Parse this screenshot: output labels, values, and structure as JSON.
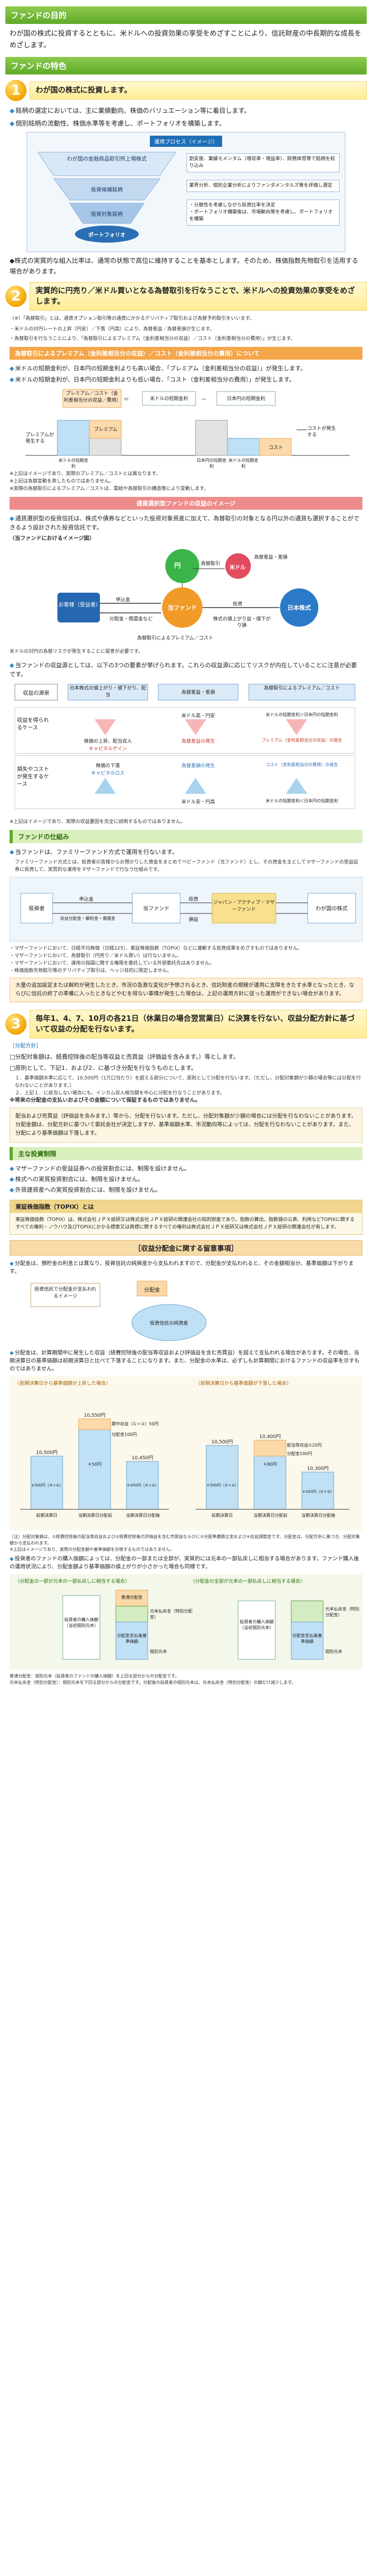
{
  "s1": {
    "header": "ファンドの目的",
    "text": "わが国の株式に投資するとともに、米ドルへの投資効果の享受をめざすことにより、信託財産の中長期的な成長をめざします。"
  },
  "s2": {
    "header": "ファンドの特色"
  },
  "p1": {
    "num": "1",
    "title": "わが国の株式に投資します。",
    "b1": "銘柄の選定においては、主に業績動向、株価のバリュエーション等に着目します。",
    "b2": "個別銘柄の流動性、株価水準等を考慮し、ポートフォリオを構築します。",
    "diagram": {
      "title": "運用プロセス（イメージ）",
      "f1": "わが国の金融商品取引所上場株式",
      "f2": "投資候補銘柄",
      "f3": "投資対象銘柄",
      "f4": "ポートフォリオ",
      "n1": "割安度、業績モメンタム（増収率・増益率）、財務体質等で銘柄を絞り込み",
      "n2": "業界分析、個別企業分析によりファンダメンタルズ等を評価し選定",
      "n3": "・分散性を考慮しながら投資比率を決定\n・ポートフォリオ構築後は、市場動向等を考慮し、ポートフォリオを構築"
    },
    "after": "◆株式の実質的な組入比率は、通常の状態で高位に維持することを基本とします。そのため、株価指数先物取引を活用する場合があります。"
  },
  "p2": {
    "num": "2",
    "title": "実質的に円売り／米ドル買いとなる為替取引を行なうことで、米ドルへの投資効果の享受をめざします。",
    "n1": "（※）「為替取引」とは、通貨オプション取引等の通貨にかかるデリバティブ取引および為替予約取引をいいます。",
    "n2": "・米ドルの対円レートの上昇（円安）／下落（円高）により、為替差益／為替差損が生じます。",
    "n3": "・為替取引を行なうことにより、「為替取引によるプレミアム（金利差相当分の収益）／コスト（金利差相当分の費用）」が生じます。",
    "bar": "為替取引によるプレミアム（金利差相当分の収益）／コスト（金利差相当分の費用）について",
    "b1": "米ドルの短期金利が、日本円の短期金利よりも高い場合、「プレミアム（金利差相当分の収益）」が発生します。",
    "b2": "米ドルの短期金利が、日本円の短期金利よりも低い場合、「コスト（金利差相当分の費用）」が発生します。",
    "chart": {
      "a1": "プレミアム／コスト（金利差相当分の収益／費用）",
      "a2": "米ドルの短期金利",
      "a3": "日本円の短期金利",
      "l1": "プレミアムが発生する",
      "l2": "プレミアム",
      "l3": "コスト",
      "l4": "コストが発生する",
      "c1": "米ドルの短期金利",
      "c2": "日本円の短期金利",
      "c3": "米ドルの短期金利"
    },
    "s1": "※上記はイメージであり、実際のプレミアム／コストとは異なります。",
    "s2": "※上記は為替変動を表したものではありません。",
    "s3": "※実際の為替取引によるプレミアム／コストは、需給や為替取引の構造等により変動します。",
    "bar2": "通貨選択型ファンドの収益のイメージ",
    "b3": "通貨選択型の投資信託は、株式や債券などといった投資対象資産に加えて、為替取引の対象となる円以外の通貨も選択することができるよう設計された投資信託です。",
    "figtitle": "〈当ファンドにおけるイメージ図〉",
    "fig": {
      "yen": "円",
      "usd": "米ドル",
      "fx": "為替取引",
      "sb": "為替差益・差損",
      "inv": "お客様（受益者）",
      "fund": "当ファンド",
      "stock": "日本株式",
      "buy": "申込金",
      "div": "分配金・償還金など",
      "invest": "投資",
      "ret": "株式の値上がり益・値下がり損",
      "jp": "日本株式",
      "fxcalc": "為替取引によるプレミアム／コスト"
    },
    "fignote": "米ドルの対円の為替リスクが発生することに留意が必要です。",
    "b4": "当ファンドの収益源としては、以下の3つの要素が挙げられます。これらの収益源に応じてリスクが内在していることに注意が必要です。",
    "table": {
      "h0": "収益の源泉",
      "h1": "日本株式の値上がり・値下がり、配当",
      "h2": "為替取引によるプレミアム／コスト",
      "h3": "為替差益・差損",
      "r1": "収益を得られるケース",
      "r2": "損失やコストが発生するケース",
      "a1": "株価の上昇、配当収入",
      "a2": "株価の下落",
      "b1": "米ドルの短期金利＞日本円の短期金利",
      "b2": "米ドルの短期金利＜日本円の短期金利",
      "c1": "米ドル高・円安",
      "c2": "米ドル安・円高",
      "m1": "キャピタルゲイン",
      "m2": "キャピタルロス",
      "m3": "プレミアム（金利差相当分の収益）の発生",
      "m4": "コスト（金利差相当分の費用）の発生",
      "m5": "為替差益の発生",
      "m6": "為替差損の発生"
    },
    "tnote": "※上記はイメージであり、実際の収益要因を完全に説明するものではありません。"
  },
  "mech": {
    "title": "ファンドの仕組み",
    "b1": "当ファンドは、ファミリーファンド方式で運用を行ないます。",
    "d1": "ファミリーファンド方式とは、投資者の皆様からお預かりした資金をまとめてベビーファンド（当ファンド）とし、その資金を主としてマザーファンドの受益証券に投資して、実質的な運用をマザーファンドで行なう仕組みです。",
    "f": {
      "inv": "投資者",
      "fund": "当ファンド",
      "mother": "ジャパン・アクティブ・マザーファンド",
      "stock": "わが国の株式",
      "inv2": "投資",
      "ret": "損益",
      "buy": "申込金",
      "div": "収益分配金・解約金・償還金"
    },
    "n1": "・マザーファンドにおいて、日経平均株価（日経225）、東証株価指数（TOPIX）などに連動する投資成果をめざすものではありません。",
    "n2": "・マザーファンドにおいて、為替取引（円売り／米ドル買い）は行ないません。",
    "n3": "・マザーファンドにおいて、運用の指図に関する権限を委託している外部委託先はありません。",
    "n4": "・株価指数先物取引等のデリバティブ取引は、ヘッジ目的に限定しません。",
    "box": "大量の追加設定または解約が発生したとき、市況の急激な変化が予想されるとき、信託財産の規模が運用に支障をきたす水準となったとき、ならびに信託の終了の準備に入ったときなどやむを得ない事情が発生した場合は、上記の運用方針に従った運用ができない場合があります。"
  },
  "p3": {
    "num": "3",
    "title": "毎年1、4、7、10月の各21日（休業日の場合翌営業日）に決算を行ない、収益分配方針に基づいて収益の分配を行ないます。",
    "sub": "［分配方針］",
    "t1": "□分配対象額は、経費控除後の配当等収益と売買益（評価益を含みます。）等とします。",
    "t2": "□原則として、下記1．および2．に基づき分配を行なうものとします。",
    "t3": "１．基準価額水準に応じて、10,500円（1万口当たり）を超える部分について、原則として分配を行ないます。（ただし、分配対象額が少額の場合等には分配を行なわないことがあります。）",
    "t4": "２．上記１．に該当しない場合にも、インカム収入相当額を中心に分配を行なうことがあります。",
    "t5": "※将来の分配金の支払いおよびその金額について保証するものではありません。",
    "box": "配当および売買益（評価益を含みます。）等から、分配を行ないます。ただし、分配対象額が少額の場合には分配を行なわないことがあります。分配金額は、分配方針に基づいて委託会社が決定しますが、基準価額水準、市況動向等によっては、分配を行なわないことがあります。また、分配により基準価額は下落します。"
  },
  "lim": {
    "title": "主な投資制限",
    "b1": "マザーファンドの受益証券への投資割合には、制限を設けません。",
    "b2": "株式への実質投資割合には、制限を設けません。",
    "b3": "外貨建資産への実質投資割合には、制限を設けません。"
  },
  "topix": {
    "title": "東証株価指数（TOPIX）とは",
    "text": "東証株価指数（TOPIX）は、株式会社ＪＰＸ総研又は株式会社ＪＰＸ総研の関連会社の知的財産であり、指数の算出、指数値の公表、利用などTOPIXに関するすべての権利・ノウハウ及びTOPIXにかかる標章又は商標に関するすべての権利は株式会社ＪＰＸ総研又は株式会社ＪＰＸ総研の関連会社が有します。"
  },
  "divsec": {
    "title": "［収益分配金に関する留意事項］",
    "b1": "分配金は、預貯金の利息とは異なり、投資信託の純資産から支払われますので、分配金が支払われると、その金額相当分、基準価額は下がります。",
    "fig1": {
      "lbl": "投資信託で分配金が支払われるイメージ",
      "a": "分配金",
      "b": "投資信託の純資産"
    },
    "b2": "分配金は、計算期間中に発生した収益（経費控除後の配当等収益および評価益を含む売買益）を超えて支払われる場合があります。その場合、当期決算日の基準価額は前期決算日と比べて下落することになります。また、分配金の水準は、必ずしも計算期間におけるファンドの収益率を示すものではありません。",
    "chart": {
      "left": "〈前期決算日から基準価額が上昇した場合〉",
      "right": "〈前期決算日から基準価額が下落した場合〉",
      "v1": "10,500円",
      "v2": "10,550円",
      "v3": "10,450円",
      "v4": "10,500円",
      "v5": "10,400円",
      "v6": "10,300円",
      "k1": "期中収益（①＋②）50円",
      "k2": "分配金100円",
      "k3": "＊50円",
      "k4": "配当等収益①20円",
      "k5": "＊80円",
      "k6": "分配金100円",
      "k7": "＊500円（③＋④）",
      "k8": "＊450円（③＋④）",
      "k9": "＊500円（③＋④）",
      "k10": "＊420円（③＋④）",
      "p1": "前期決算日",
      "p2": "当期決算日分配前",
      "p3": "当期決算日分配後",
      "p4": "前期決算日",
      "p5": "当期決算日分配前",
      "p6": "当期決算日分配後"
    },
    "cnote": "（注）分配対象額は、①経費控除後の配当等収益および②経費控除後の評価益を含む売買益ならびに③分配準備積立金および④収益調整金です。分配金は、分配方針に基づき、分配対象額から支払われます。",
    "cnote2": "※上記はイメージであり、実際の分配金額や基準価額を示唆するものではありません。",
    "b3": "投資者のファンドの購入価額によっては、分配金の一部または全部が、実質的には元本の一部払戻しに相当する場合があります。ファンド購入後の運用状況により、分配金額より基準価額の値上がりが小さかった場合も同様です。",
    "fig2": {
      "left": "〈分配金の一部が元本の一部払戻しに相当する場合〉",
      "right": "〈分配金の全部が元本の一部払戻しに相当する場合〉",
      "a1": "普通分配金",
      "a2": "元本払戻金（特別分配金）",
      "a3": "投資者の購入価額（当初個別元本）",
      "a4": "分配金支払後基準価額",
      "a5": "個別元本",
      "b1": "元本払戻金（特別分配金）",
      "b2": "投資者の購入価額（当初個別元本）",
      "b3": "分配金支払後基準価額",
      "b4": "個別元本"
    },
    "f1": "普通分配金：個別元本（投資者のファンドの購入価額）を上回る部分からの分配金です。",
    "f2": "元本払戻金（特別分配金）：個別元本を下回る部分からの分配金です。分配後の投資者の個別元本は、元本払戻金（特別分配金）の額だけ減少します。"
  }
}
